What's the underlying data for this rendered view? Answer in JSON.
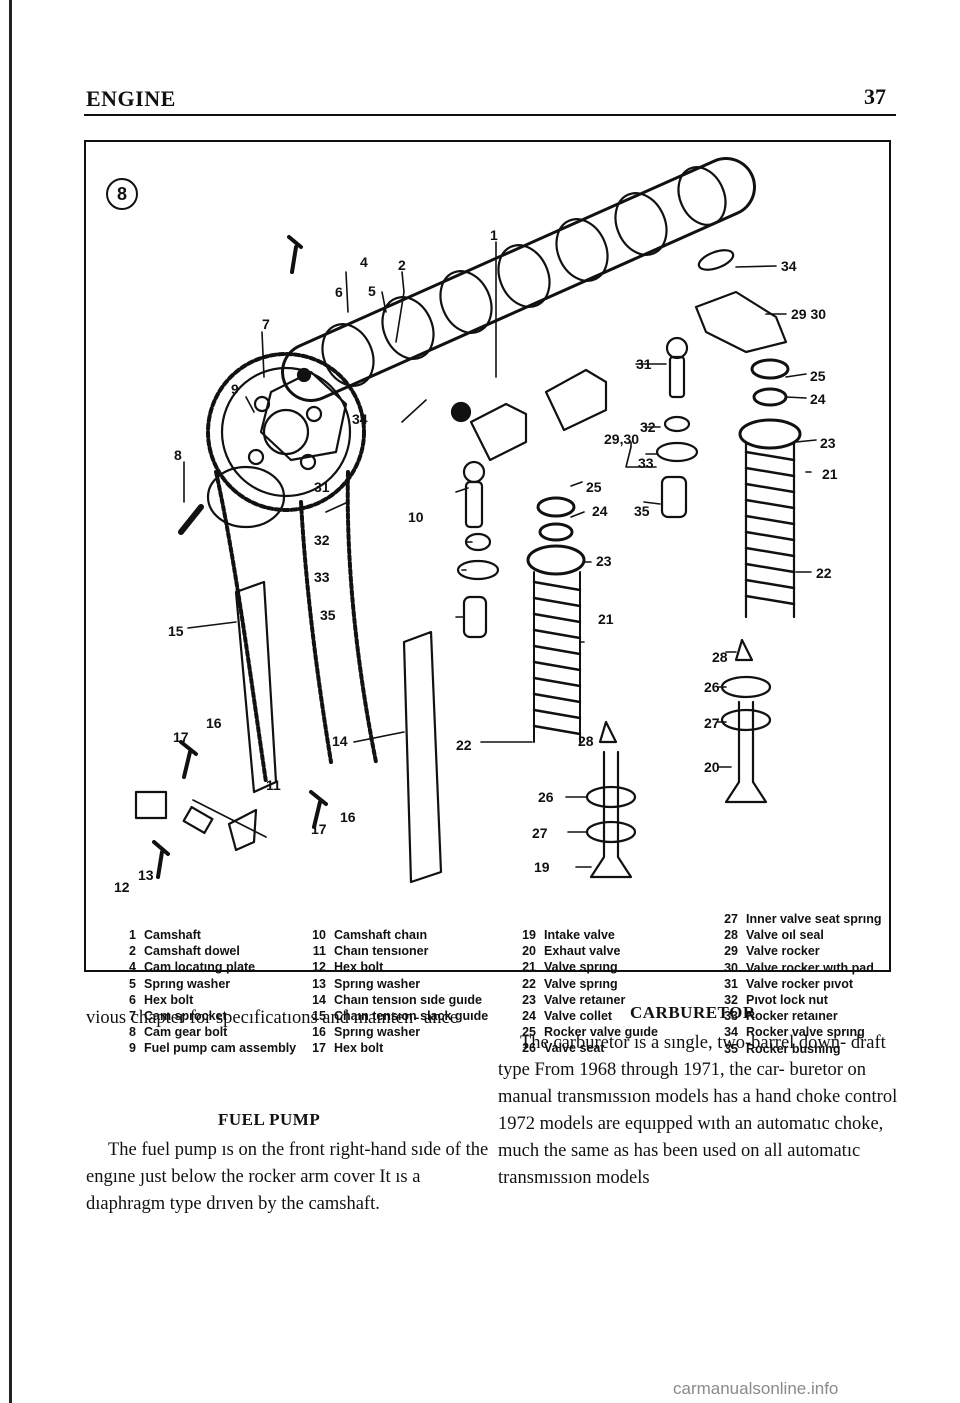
{
  "header": {
    "section": "ENGINE",
    "page_number": "37"
  },
  "figure": {
    "number": "8",
    "callouts": [
      "1",
      "2",
      "4",
      "5",
      "6",
      "7",
      "8",
      "9",
      "10",
      "11",
      "12",
      "13",
      "14",
      "15",
      "16",
      "17",
      "16",
      "17",
      "22",
      "31",
      "32",
      "33",
      "34",
      "35",
      "25",
      "24",
      "23",
      "21",
      "28",
      "26",
      "27",
      "19",
      "34",
      "29 30",
      "31",
      "29,30",
      "32",
      "33",
      "35",
      "25",
      "24",
      "23",
      "21",
      "22",
      "28",
      "26",
      "27",
      "20"
    ],
    "legend": {
      "col1": [
        {
          "n": "1",
          "t": "Camshaft"
        },
        {
          "n": "2",
          "t": "Camshaft dowel"
        },
        {
          "n": "4",
          "t": "Cam locatıng plate"
        },
        {
          "n": "5",
          "t": "Sprıng washer"
        },
        {
          "n": "6",
          "t": "Hex bolt"
        },
        {
          "n": "7",
          "t": "Cam sprocket"
        },
        {
          "n": "8",
          "t": "Cam gear bolt"
        },
        {
          "n": "9",
          "t": "Fuel pump cam assembly"
        }
      ],
      "col2": [
        {
          "n": "10",
          "t": "Camshaft chaın"
        },
        {
          "n": "11",
          "t": "Chaın tensıoner"
        },
        {
          "n": "12",
          "t": "Hex bolt"
        },
        {
          "n": "13",
          "t": "Sprıng washer"
        },
        {
          "n": "14",
          "t": "Chaın tensıon sıde guıde"
        },
        {
          "n": "15",
          "t": "Chaın tensıon slack guıde"
        },
        {
          "n": "16",
          "t": "Sprıng washer"
        },
        {
          "n": "17",
          "t": "Hex bolt"
        }
      ],
      "col3": [
        {
          "n": "19",
          "t": "Intake valve"
        },
        {
          "n": "20",
          "t": "Exhaut valve"
        },
        {
          "n": "21",
          "t": "Valve sprıng"
        },
        {
          "n": "22",
          "t": "Valve sprıng"
        },
        {
          "n": "23",
          "t": "Valve retaıner"
        },
        {
          "n": "24",
          "t": "Valve collet"
        },
        {
          "n": "25",
          "t": "Rocker valve guıde"
        },
        {
          "n": "26",
          "t": "Valve seat"
        }
      ],
      "col4": [
        {
          "n": "27",
          "t": "Inner valve seat sprıng"
        },
        {
          "n": "28",
          "t": "Valve oıl seal"
        },
        {
          "n": "29",
          "t": "Valve rocker"
        },
        {
          "n": "30",
          "t": "Valve rocker wıth pad"
        },
        {
          "n": "31",
          "t": "Valve rocker pıvot"
        },
        {
          "n": "32",
          "t": "Pıvot lock nut"
        },
        {
          "n": "33",
          "t": "Rocker retaıner"
        },
        {
          "n": "34",
          "t": "Rocker valve sprıng"
        },
        {
          "n": "35",
          "t": "Rocker bushıng"
        }
      ]
    }
  },
  "text": {
    "left_para1": "vious chapter for specıficatıons and maınten- ance",
    "fuel_heading": "FUEL PUMP",
    "left_para2": "The fuel pump ıs on the front right-hand sıde of the engıne ȷust below the rocker arm cover It ıs a dıaphragm type drıven by the camshaft.",
    "carb_heading": "CARBURETOR",
    "right_para": "The carburetor ıs a sıngle, two-barrel down- draft type From 1968 through 1971, the car- buretor on manual transmıssıon models has a hand choke control 1972 models are equıpped wıth an automatıc choke, much the same as has been used on all automatıc transmıssıon models"
  },
  "watermark": "carmanualsonline.info"
}
